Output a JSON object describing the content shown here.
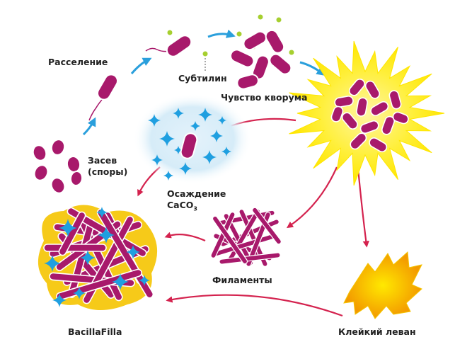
{
  "labels": {
    "dispersal": "Расселение",
    "subtilin": "Субтилин",
    "quorum": "Чувство кворума",
    "seeding_1": "Засев",
    "seeding_2": "(споры)",
    "precip_1": "Осаждение",
    "precip_caco": "CaCO",
    "precip_sub": "3",
    "filaments": "Филаменты",
    "bacillafilla": "BacillaFilla",
    "levan": "Клейкий леван"
  },
  "colors": {
    "cell_fill": "#a8196b",
    "cell_stroke": "#ffffff",
    "cell_highlight": "#d25da3",
    "arrow_blue": "#2a9fdc",
    "arrow_red": "#d4224e",
    "subtilin_dot": "#a6cf2f",
    "burst_yellow": "#ffe600",
    "burst_core": "#fff6a3",
    "crystal_blue": "#1f9fe0",
    "glow_blue": "#cfe8f7",
    "levan_yellow": "#f5c400",
    "levan_orange": "#f39a00",
    "text": "#222222"
  },
  "icons": [
    "spore-cell",
    "rod-cell",
    "subtilin-molecule",
    "quorum-burst",
    "caco3-crystal",
    "levan-glue",
    "filament-mesh"
  ]
}
